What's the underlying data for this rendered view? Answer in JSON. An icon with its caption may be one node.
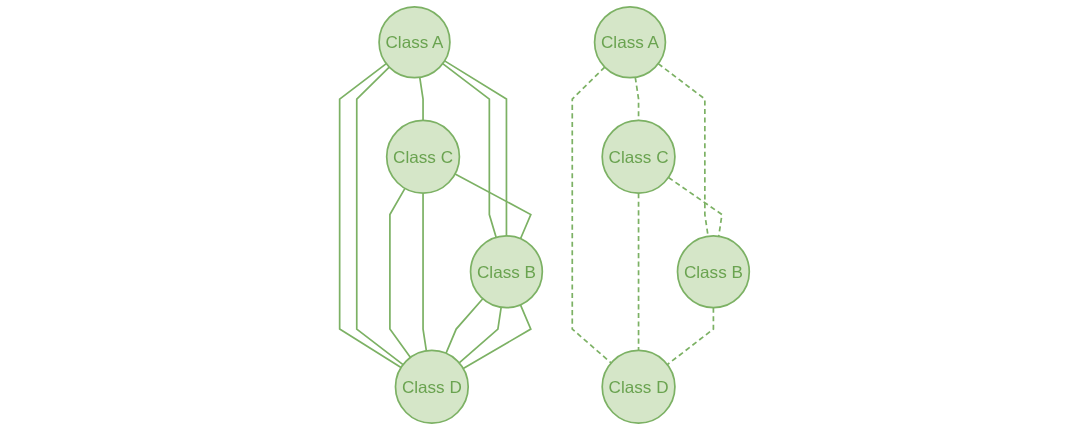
{
  "diagram": {
    "nodes": [
      {
        "text": [
          "Class A"
        ]
      },
      {
        "text": [
          "Class C"
        ]
      },
      {
        "text": [
          "Class B"
        ]
      },
      {
        "text": [
          "Class D"
        ]
      },
      {
        "text": [
          "Class A"
        ]
      },
      {
        "text": [
          "Class C"
        ]
      },
      {
        "text": [
          "Class B"
        ]
      },
      {
        "text": [
          "Class D"
        ]
      }
    ],
    "edges": [
      {
        "from": 0,
        "to": 1,
        "arrow": "none"
      },
      {
        "from": 0,
        "to": 2,
        "arrow": "none"
      },
      {
        "from": 0,
        "to": 2,
        "arrow": "none"
      },
      {
        "from": 0,
        "to": 3,
        "arrow": "none"
      },
      {
        "from": 0,
        "to": 3,
        "arrow": "none"
      },
      {
        "from": 1,
        "to": 2,
        "arrow": "none"
      },
      {
        "from": 1,
        "to": 3,
        "arrow": "none"
      },
      {
        "from": 1,
        "to": 3,
        "arrow": "none"
      },
      {
        "from": 2,
        "to": 3,
        "arrow": "none"
      },
      {
        "from": 2,
        "to": 3,
        "arrow": "none"
      },
      {
        "from": 2,
        "to": 3,
        "arrow": "none"
      },
      {
        "from": 4,
        "to": 5,
        "arrow": "none",
        "style": "dashed"
      },
      {
        "from": 4,
        "to": 7,
        "arrow": "none",
        "style": "dashed"
      },
      {
        "from": 4,
        "to": 6,
        "arrow": "none",
        "style": "dashed"
      },
      {
        "from": 5,
        "to": 6,
        "arrow": "none",
        "style": "dashed"
      },
      {
        "from": 5,
        "to": 7,
        "arrow": "none",
        "style": "dashed"
      },
      {
        "from": 6,
        "to": 7,
        "arrow": "none",
        "style": "dashed"
      }
    ]
  }
}
